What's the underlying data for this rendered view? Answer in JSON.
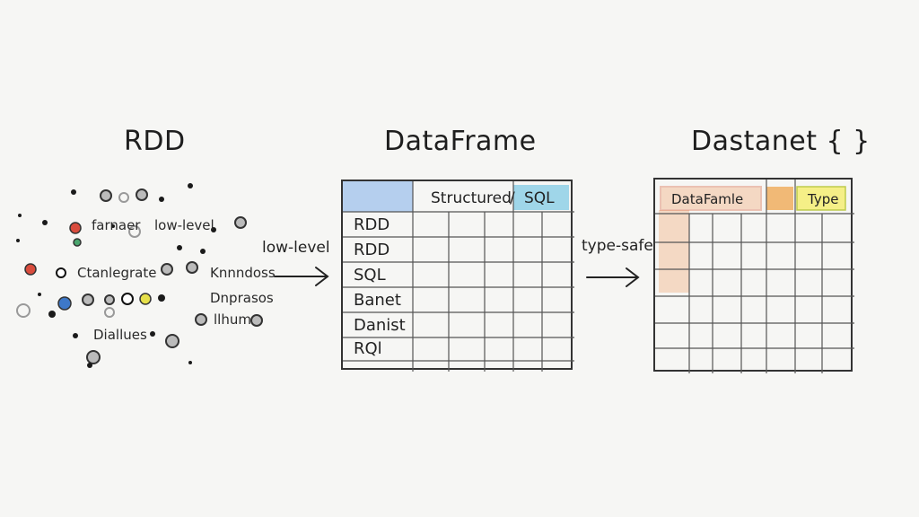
{
  "titles": {
    "rdd": "RDD",
    "dataframe": "DataFrame",
    "dataset": "Dastanet { }"
  },
  "scatter_labels": [
    "farnaer",
    "low-level",
    "Ctanlegrate",
    "Knnndoss",
    "Dnprasos",
    "llhum",
    "Diallues"
  ],
  "arrows": {
    "first": "low-level",
    "second": "type-safe"
  },
  "dataframe": {
    "header_label": "Structured",
    "header_sql": "SQL",
    "rows": [
      "RDD",
      "RDD",
      "SQL",
      "Banet",
      "Danist",
      "RQl"
    ]
  },
  "dataset": {
    "chip_left": "DataFamle",
    "chip_right": "Type"
  },
  "colors": {
    "background": "#f6f6f4",
    "ink": "#222222",
    "blue_highlight": "#a9c8ec",
    "sql_highlight": "#8fd0e6",
    "orange_highlight": "#f1a36a",
    "yellow_highlight": "#f5ef7c",
    "accent_red": "#d94c3d",
    "accent_green": "#4aa56d",
    "accent_blue": "#3e78c8"
  }
}
